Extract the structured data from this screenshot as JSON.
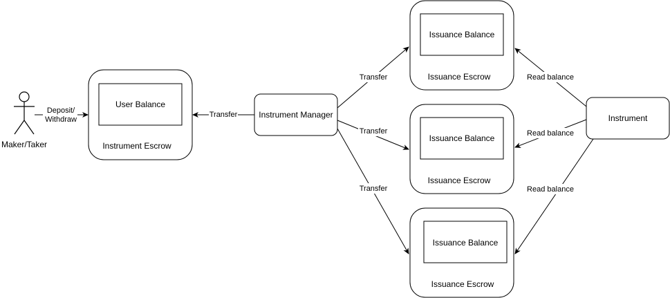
{
  "actor": {
    "name": "Maker/Taker"
  },
  "nodes": {
    "instrument_escrow": {
      "title": "Instrument Escrow",
      "inner": "User Balance"
    },
    "instrument_manager": {
      "title": "Instrument Manager"
    },
    "instrument": {
      "title": "Instrument"
    },
    "issuance_escrows": [
      {
        "title": "Issuance Escrow",
        "inner": "Issuance Balance"
      },
      {
        "title": "Issuance Escrow",
        "inner": "Issuance Balance"
      },
      {
        "title": "Issuance Escrow",
        "inner": "Issuance Balance"
      }
    ]
  },
  "edges": {
    "deposit_withdraw": {
      "line1": "Deposit/",
      "line2": "Withdraw"
    },
    "manager_to_escrow": "Transfer",
    "manager_to_issuance": [
      "Transfer",
      "Transfer",
      "Transfer"
    ],
    "instrument_to_issuance": [
      "Read balance",
      "Read balance",
      "Read balance"
    ]
  }
}
